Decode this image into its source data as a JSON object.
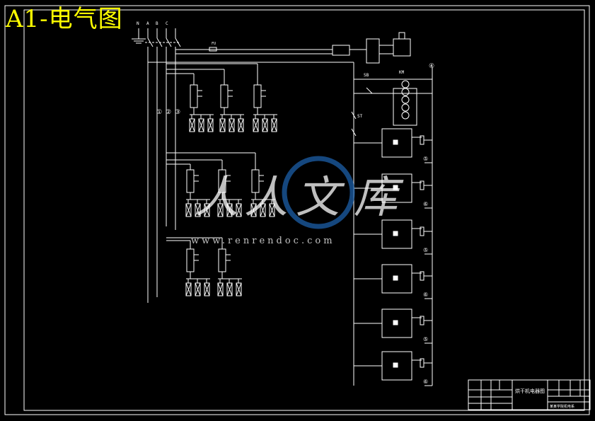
{
  "overlay_title": "A1-电气图",
  "phase_labels": [
    "N",
    "A",
    "B",
    "C"
  ],
  "circle_numbers": [
    "①",
    "②",
    "③",
    "④",
    "⑤",
    "⑥"
  ],
  "fuse_label": "FU",
  "control_labels": [
    "SB",
    "KM",
    "ST"
  ],
  "watermark": {
    "chars": [
      "人",
      "人",
      "文",
      "库"
    ],
    "url": "www.renrendoc.com"
  },
  "title_block": {
    "drawing_name": "烘干机电器图",
    "school": "某某学院机电系"
  },
  "colors": {
    "line": "#ffffff",
    "overlay": "#ffff00",
    "watermark": "#1c5fa8"
  }
}
